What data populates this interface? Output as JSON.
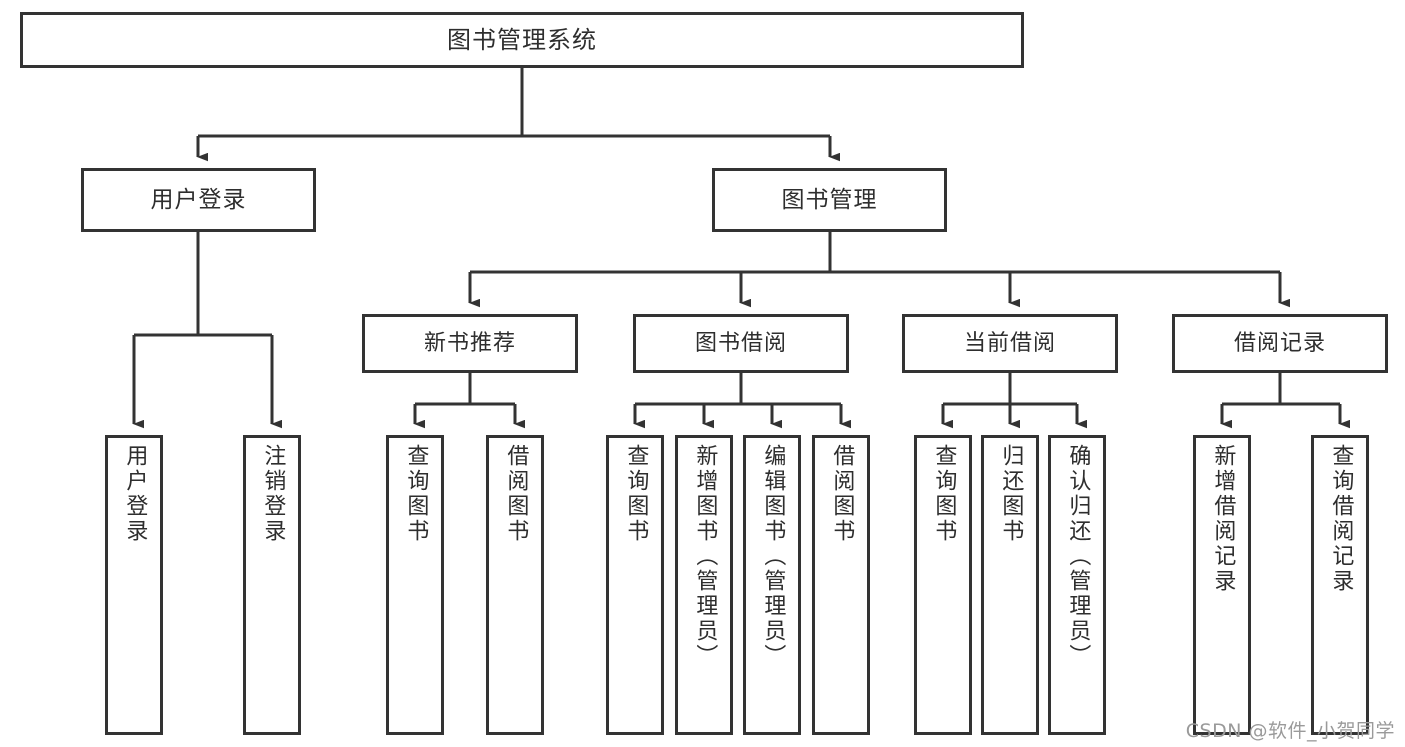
{
  "diagram": {
    "type": "tree",
    "title": "图书管理系统",
    "watermark": "CSDN @软件_小贺同学",
    "colors": {
      "box_border": "#333333",
      "box_fill": "#ffffff",
      "text": "#2e2e2e",
      "connector": "#333333",
      "watermark": "#9a9a9a",
      "background": "#ffffff"
    },
    "nodes": {
      "root": {
        "label": "图书管理系统"
      },
      "level2": [
        {
          "label": "用户登录"
        },
        {
          "label": "图书管理"
        }
      ],
      "level3": [
        {
          "label": "新书推荐"
        },
        {
          "label": "图书借阅"
        },
        {
          "label": "当前借阅"
        },
        {
          "label": "借阅记录"
        }
      ],
      "leaves": {
        "user_login": [
          {
            "label": "用户登录"
          },
          {
            "label": "注销登录"
          }
        ],
        "new_book_recommend": [
          {
            "label": "查询图书"
          },
          {
            "label": "借阅图书"
          }
        ],
        "book_borrow": [
          {
            "label": "查询图书"
          },
          {
            "label": "新增图书（管理员）"
          },
          {
            "label": "编辑图书（管理员）"
          },
          {
            "label": "借阅图书"
          }
        ],
        "current_borrow": [
          {
            "label": "查询图书"
          },
          {
            "label": "归还图书"
          },
          {
            "label": "确认归还（管理员）"
          }
        ],
        "borrow_record": [
          {
            "label": "新增借阅记录"
          },
          {
            "label": "查询借阅记录"
          }
        ]
      }
    }
  }
}
